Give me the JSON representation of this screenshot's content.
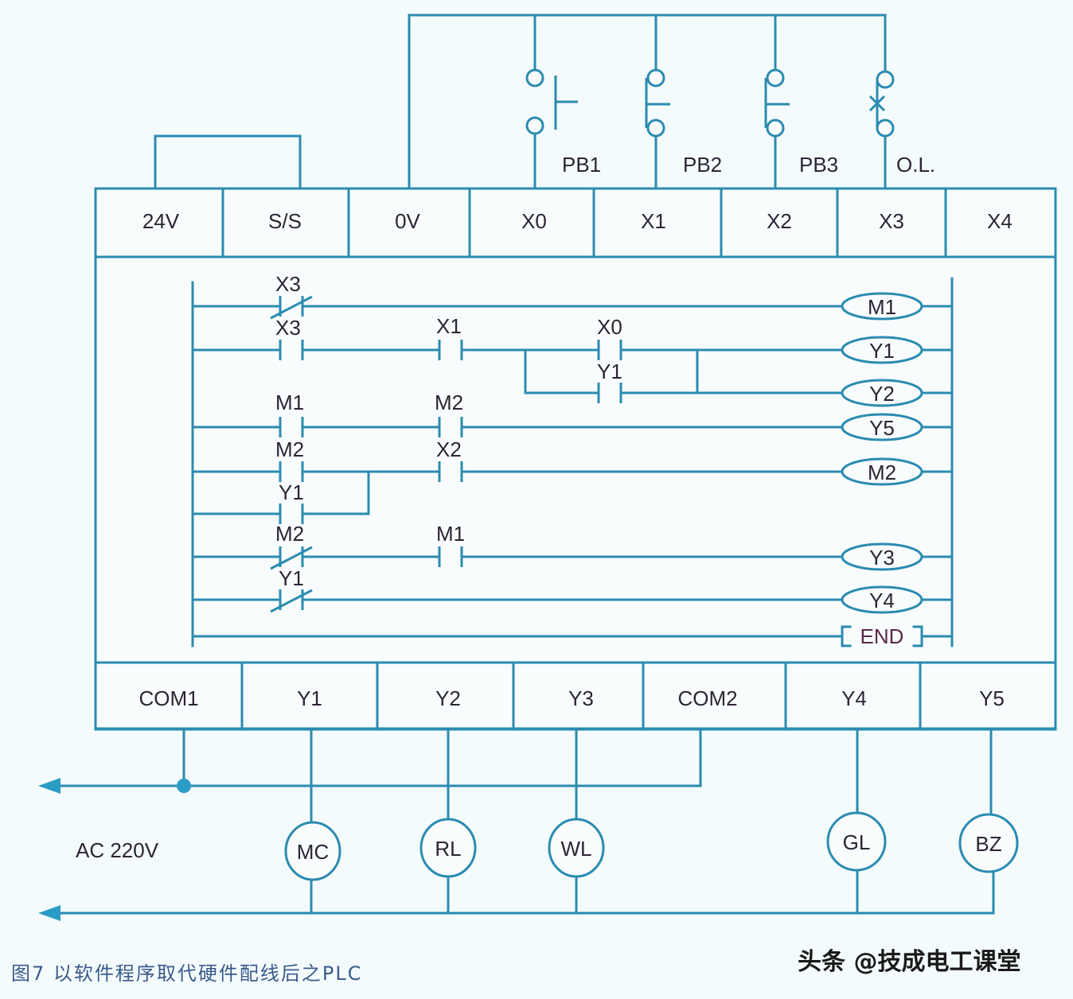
{
  "title": "图7 以软件程序取代硬件配线后之PLC",
  "watermark": "头条 @技成电工课堂",
  "input_terminals": [
    "24V",
    "S/S",
    "0V",
    "X0",
    "X1",
    "X2",
    "X3",
    "X4"
  ],
  "output_terminals": [
    "COM1",
    "Y1",
    "Y2",
    "Y3",
    "COM2",
    "Y4",
    "Y5"
  ],
  "field_inputs": [
    {
      "label": "PB1",
      "type": "NO",
      "terminal": "X0"
    },
    {
      "label": "PB2",
      "type": "NC",
      "terminal": "X1"
    },
    {
      "label": "PB3",
      "type": "NC",
      "terminal": "X2"
    },
    {
      "label": "O.L.",
      "type": "NC-overload",
      "terminal": "X3"
    }
  ],
  "field_outputs": [
    {
      "label": "MC",
      "terminal": "Y1"
    },
    {
      "label": "RL",
      "terminal": "Y2"
    },
    {
      "label": "WL",
      "terminal": "Y3"
    },
    {
      "label": "GL",
      "terminal": "Y4"
    },
    {
      "label": "BZ",
      "terminal": "Y5"
    }
  ],
  "supply_label": "AC 220V",
  "ladder": {
    "contacts": [
      {
        "label": "X3",
        "type": "NC"
      },
      {
        "label": "X3",
        "type": "NO"
      },
      {
        "label": "X1",
        "type": "NO"
      },
      {
        "label": "X0",
        "type": "NO"
      },
      {
        "label": "Y1",
        "type": "NO"
      },
      {
        "label": "M1",
        "type": "NO"
      },
      {
        "label": "M2",
        "type": "NO"
      },
      {
        "label": "M2",
        "type": "NO"
      },
      {
        "label": "X2",
        "type": "NO"
      },
      {
        "label": "Y1",
        "type": "NO"
      },
      {
        "label": "M2",
        "type": "NC"
      },
      {
        "label": "M1",
        "type": "NO"
      },
      {
        "label": "Y1",
        "type": "NC"
      }
    ],
    "coils": [
      "M1",
      "Y1",
      "Y2",
      "Y5",
      "M2",
      "Y3",
      "Y4"
    ],
    "end_label": "END"
  }
}
